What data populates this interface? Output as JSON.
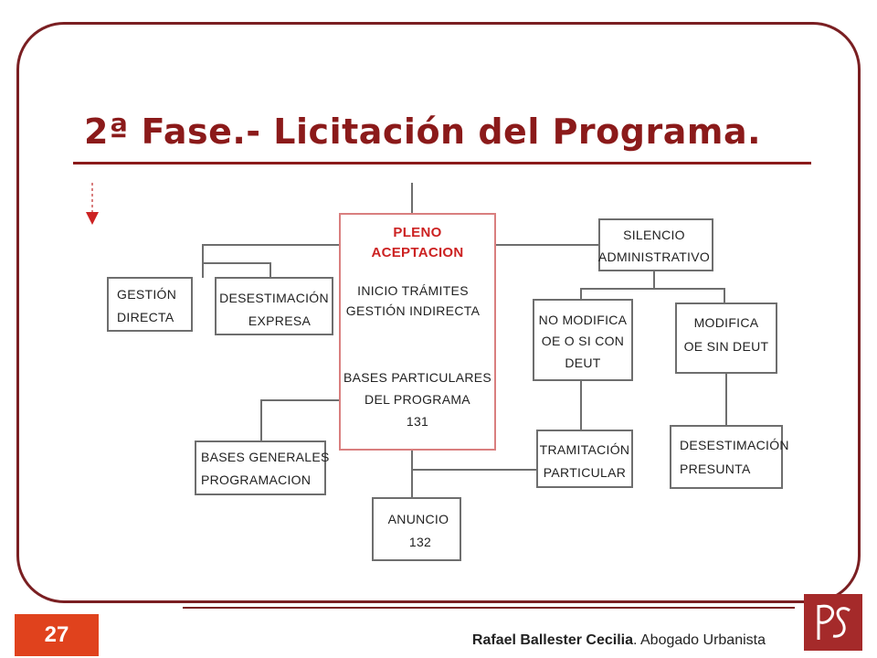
{
  "slide": {
    "title": "2ª Fase.- Licitación del Programa.",
    "page_number": "27",
    "author_name": "Rafael Ballester Cecilia",
    "author_role": ". Abogado Urbanista",
    "logo_text": "pS"
  },
  "diagram": {
    "center": {
      "heading": [
        "PLENO",
        "ACEPTACION"
      ],
      "lines": [
        "INICIO TRÁMITES",
        "GESTIÓN INDIRECTA",
        "BASES PARTICULARES",
        "DEL PROGRAMA",
        "131"
      ]
    },
    "nodes": {
      "gestion_directa": [
        "GESTIÓN",
        "DIRECTA"
      ],
      "desestimacion_expresa": [
        "DESESTIMACIÓN",
        "EXPRESA"
      ],
      "silencio_administrativo": [
        "SILENCIO",
        "ADMINISTRATIVO"
      ],
      "no_modifica": [
        "NO MODIFICA",
        "OE O SI CON",
        "DEUT"
      ],
      "modifica": [
        "MODIFICA",
        "OE SIN DEUT"
      ],
      "tramitacion_particular": [
        "TRAMITACIÓN",
        "PARTICULAR"
      ],
      "desestimacion_presunta": [
        "DESESTIMACIÓN",
        "PRESUNTA"
      ],
      "bases_generales": [
        "BASES GENERALES",
        "PROGRAMACION"
      ],
      "anuncio": [
        "ANUNCIO",
        "132"
      ]
    },
    "colors": {
      "accent": "#8b1a1a",
      "center_border": "#d97f7f",
      "center_heading": "#cc2222",
      "page_badge": "#e0421d"
    }
  }
}
